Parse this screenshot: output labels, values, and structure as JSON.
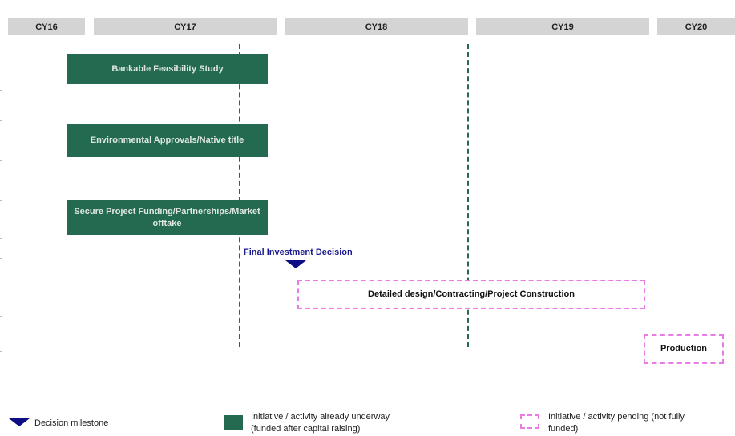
{
  "timeline": {
    "years": [
      "CY16",
      "CY17",
      "CY18",
      "CY19",
      "CY20"
    ]
  },
  "activities": {
    "bankable_feasibility": "Bankable Feasibility Study",
    "environmental_approvals": "Environmental Approvals/Native title",
    "secure_funding": "Secure Project Funding/Partnerships/Market offtake",
    "detailed_design": "Detailed design/Contracting/Project Construction",
    "production": "Production"
  },
  "milestone": {
    "label": "Final Investment Decision"
  },
  "legend": {
    "decision_milestone": "Decision  milestone",
    "underway": "Initiative / activity already underway (funded after capital raising)",
    "pending": "Initiative / activity pending (not fully funded)"
  },
  "colors": {
    "underway_fill": "#236a50",
    "pending_border": "#ea7ae6",
    "milestone": "#0d0d86",
    "year_header": "#d4d4d4"
  }
}
